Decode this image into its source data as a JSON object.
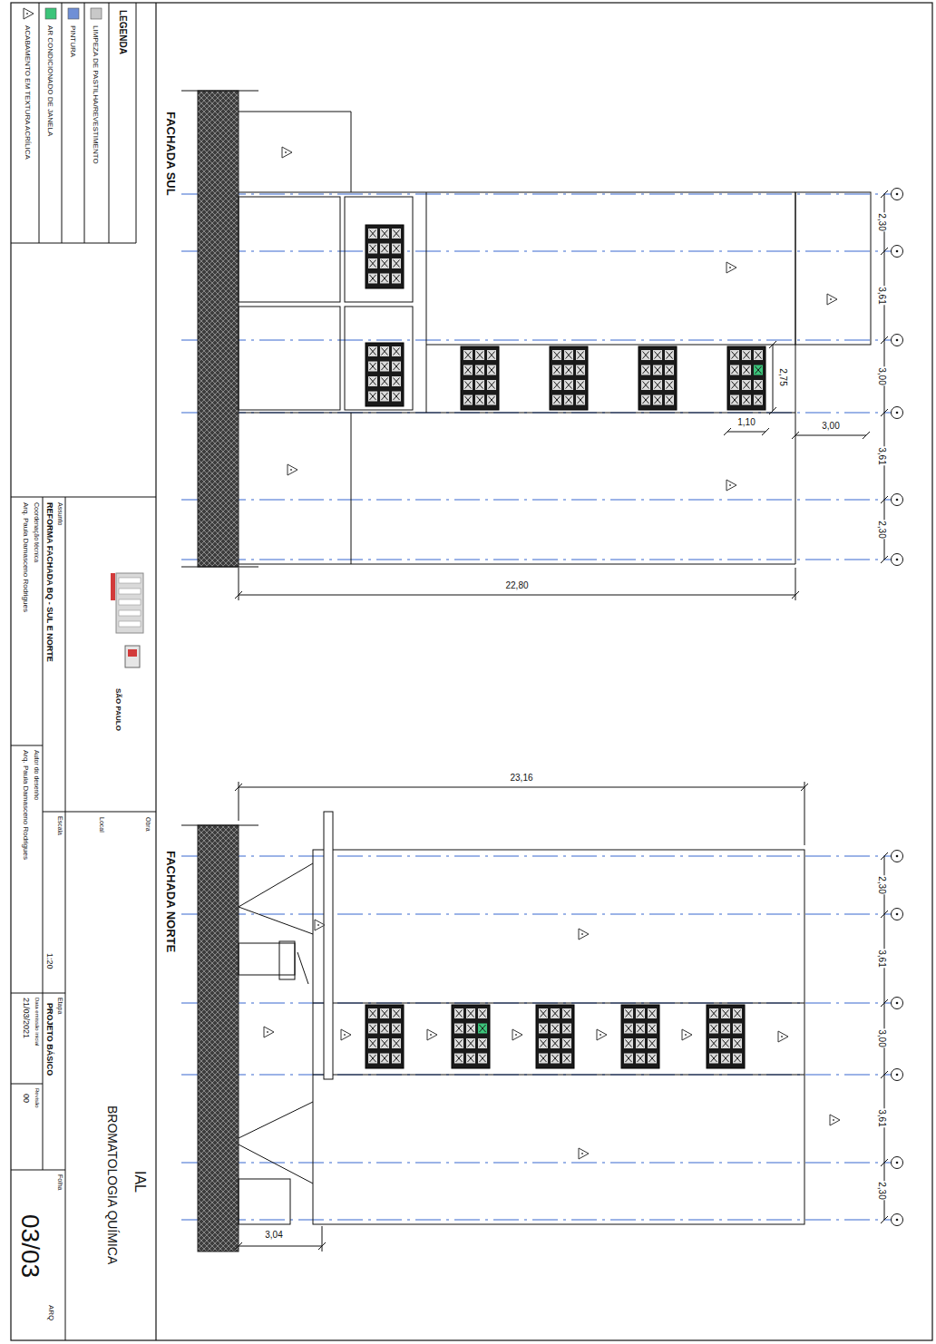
{
  "diagram": {
    "labels": [
      "FACHADA SUL",
      "2,30",
      "3,61",
      "3,00",
      "3,61",
      "2,30",
      "2,75",
      "1,10",
      "3,00",
      "22,80",
      "FACHADA NORTE",
      "23,16",
      "2,30",
      "3,61",
      "3,00",
      "3,61",
      "2,30",
      "3,04",
      "LEGENDA",
      "SÃO PAULO",
      "Obra",
      "IAL",
      "BROMATOLOGIA QUÍMICA",
      "Local",
      "Assunto",
      "REFORMA FACHADA BQ - SUL E NORTE",
      "Coordenação técnica",
      "Arq. Paula Damasceno Rodrigues",
      "Autor do desenho",
      "Arq. Paula Damasceno Rodrigues",
      "Escala",
      "1:20",
      "Etapa",
      "PROJETO BÁSICO",
      "Data emissão inicial",
      "21/03/2021",
      "Revisão",
      "00",
      "Folha",
      "03/03",
      "ARQ"
    ],
    "legend": [
      {
        "text": "LIMPEZA DE PASTILHA/REVESTIMENTO",
        "color": "#c8c8c8"
      },
      {
        "text": "PINTURA",
        "color": "#6f8fd6"
      },
      {
        "text": "AR CONDICIONADO DE JANELA",
        "color": "#3cc47a"
      },
      {
        "text": "ACABAMENTO EM TEXTURA ACRÍLICA"
      }
    ]
  }
}
